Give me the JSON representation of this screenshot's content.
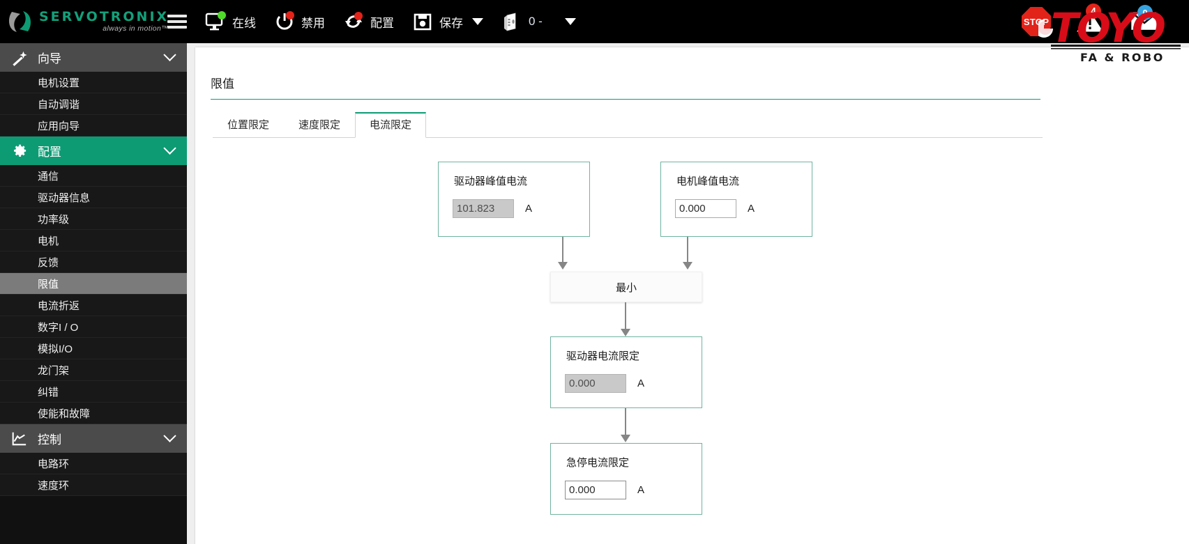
{
  "brand": {
    "name": "SERVOTRONIX",
    "tagline": "always in motion™",
    "partner_logo": "TOYO",
    "partner_sub": "FA & ROBO"
  },
  "toolbar": {
    "menu_icon": "hamburger-icon",
    "items": [
      {
        "icon": "monitor-online-icon",
        "label": "在线"
      },
      {
        "icon": "power-disable-icon",
        "label": "禁用"
      },
      {
        "icon": "refresh-configure-icon",
        "label": "配置"
      },
      {
        "icon": "save-icon",
        "label": "保存"
      },
      {
        "icon": "drive-device-icon",
        "label": "0 -"
      }
    ],
    "status": [
      {
        "icon": "stop-icon",
        "label": "STOP",
        "badge": null,
        "badge_color": "#e2231a"
      },
      {
        "icon": "warning-icon",
        "label": "",
        "badge": "4",
        "badge_color": "#e2231a"
      },
      {
        "icon": "mail-icon",
        "label": "",
        "badge": "0",
        "badge_color": "#36a3e0"
      }
    ]
  },
  "sidebar": {
    "sections": [
      {
        "label": "向导",
        "icon": "wand-icon",
        "state": "expanded",
        "active": false,
        "items": [
          {
            "label": "电机设置",
            "selected": false
          },
          {
            "label": "自动调谐",
            "selected": false
          },
          {
            "label": "应用向导",
            "selected": false
          }
        ]
      },
      {
        "label": "配置",
        "icon": "gear-icon",
        "state": "expanded",
        "active": true,
        "items": [
          {
            "label": "通信",
            "selected": false
          },
          {
            "label": "驱动器信息",
            "selected": false
          },
          {
            "label": "功率级",
            "selected": false
          },
          {
            "label": "电机",
            "selected": false
          },
          {
            "label": "反馈",
            "selected": false
          },
          {
            "label": "限值",
            "selected": true
          },
          {
            "label": "电流折返",
            "selected": false
          },
          {
            "label": "数字I / O",
            "selected": false
          },
          {
            "label": "模拟I/O",
            "selected": false
          },
          {
            "label": "龙门架",
            "selected": false
          },
          {
            "label": "纠错",
            "selected": false
          },
          {
            "label": "使能和故障",
            "selected": false
          }
        ]
      },
      {
        "label": "控制",
        "icon": "chart-icon",
        "state": "expanded",
        "active": false,
        "items": [
          {
            "label": "电路环",
            "selected": false
          },
          {
            "label": "速度环",
            "selected": false
          }
        ]
      }
    ]
  },
  "main": {
    "page_title": "限值",
    "tabs": [
      {
        "label": "位置限定",
        "active": false
      },
      {
        "label": "速度限定",
        "active": false
      },
      {
        "label": "电流限定",
        "active": true
      }
    ],
    "flow": {
      "drive_peak": {
        "caption": "驱动器峰值电流",
        "value": "101.823",
        "unit": "A",
        "disabled": true
      },
      "motor_peak": {
        "caption": "电机峰值电流",
        "value": "0.000",
        "unit": "A",
        "disabled": false
      },
      "min_node": {
        "label": "最小"
      },
      "drive_current_limit": {
        "caption": "驱动器电流限定",
        "value": "0.000",
        "unit": "A",
        "disabled": true
      },
      "estop_current_limit": {
        "caption": "急停电流限定",
        "value": "0.000",
        "unit": "A",
        "disabled": false,
        "focused": true
      }
    }
  },
  "colors": {
    "accent_teal": "#0d9b74",
    "box_border": "#6fb4a0",
    "alert_red": "#e2231a",
    "info_blue": "#36a3e0",
    "sidebar_bg": "#111111",
    "selected_row": "#7b7b7b"
  }
}
